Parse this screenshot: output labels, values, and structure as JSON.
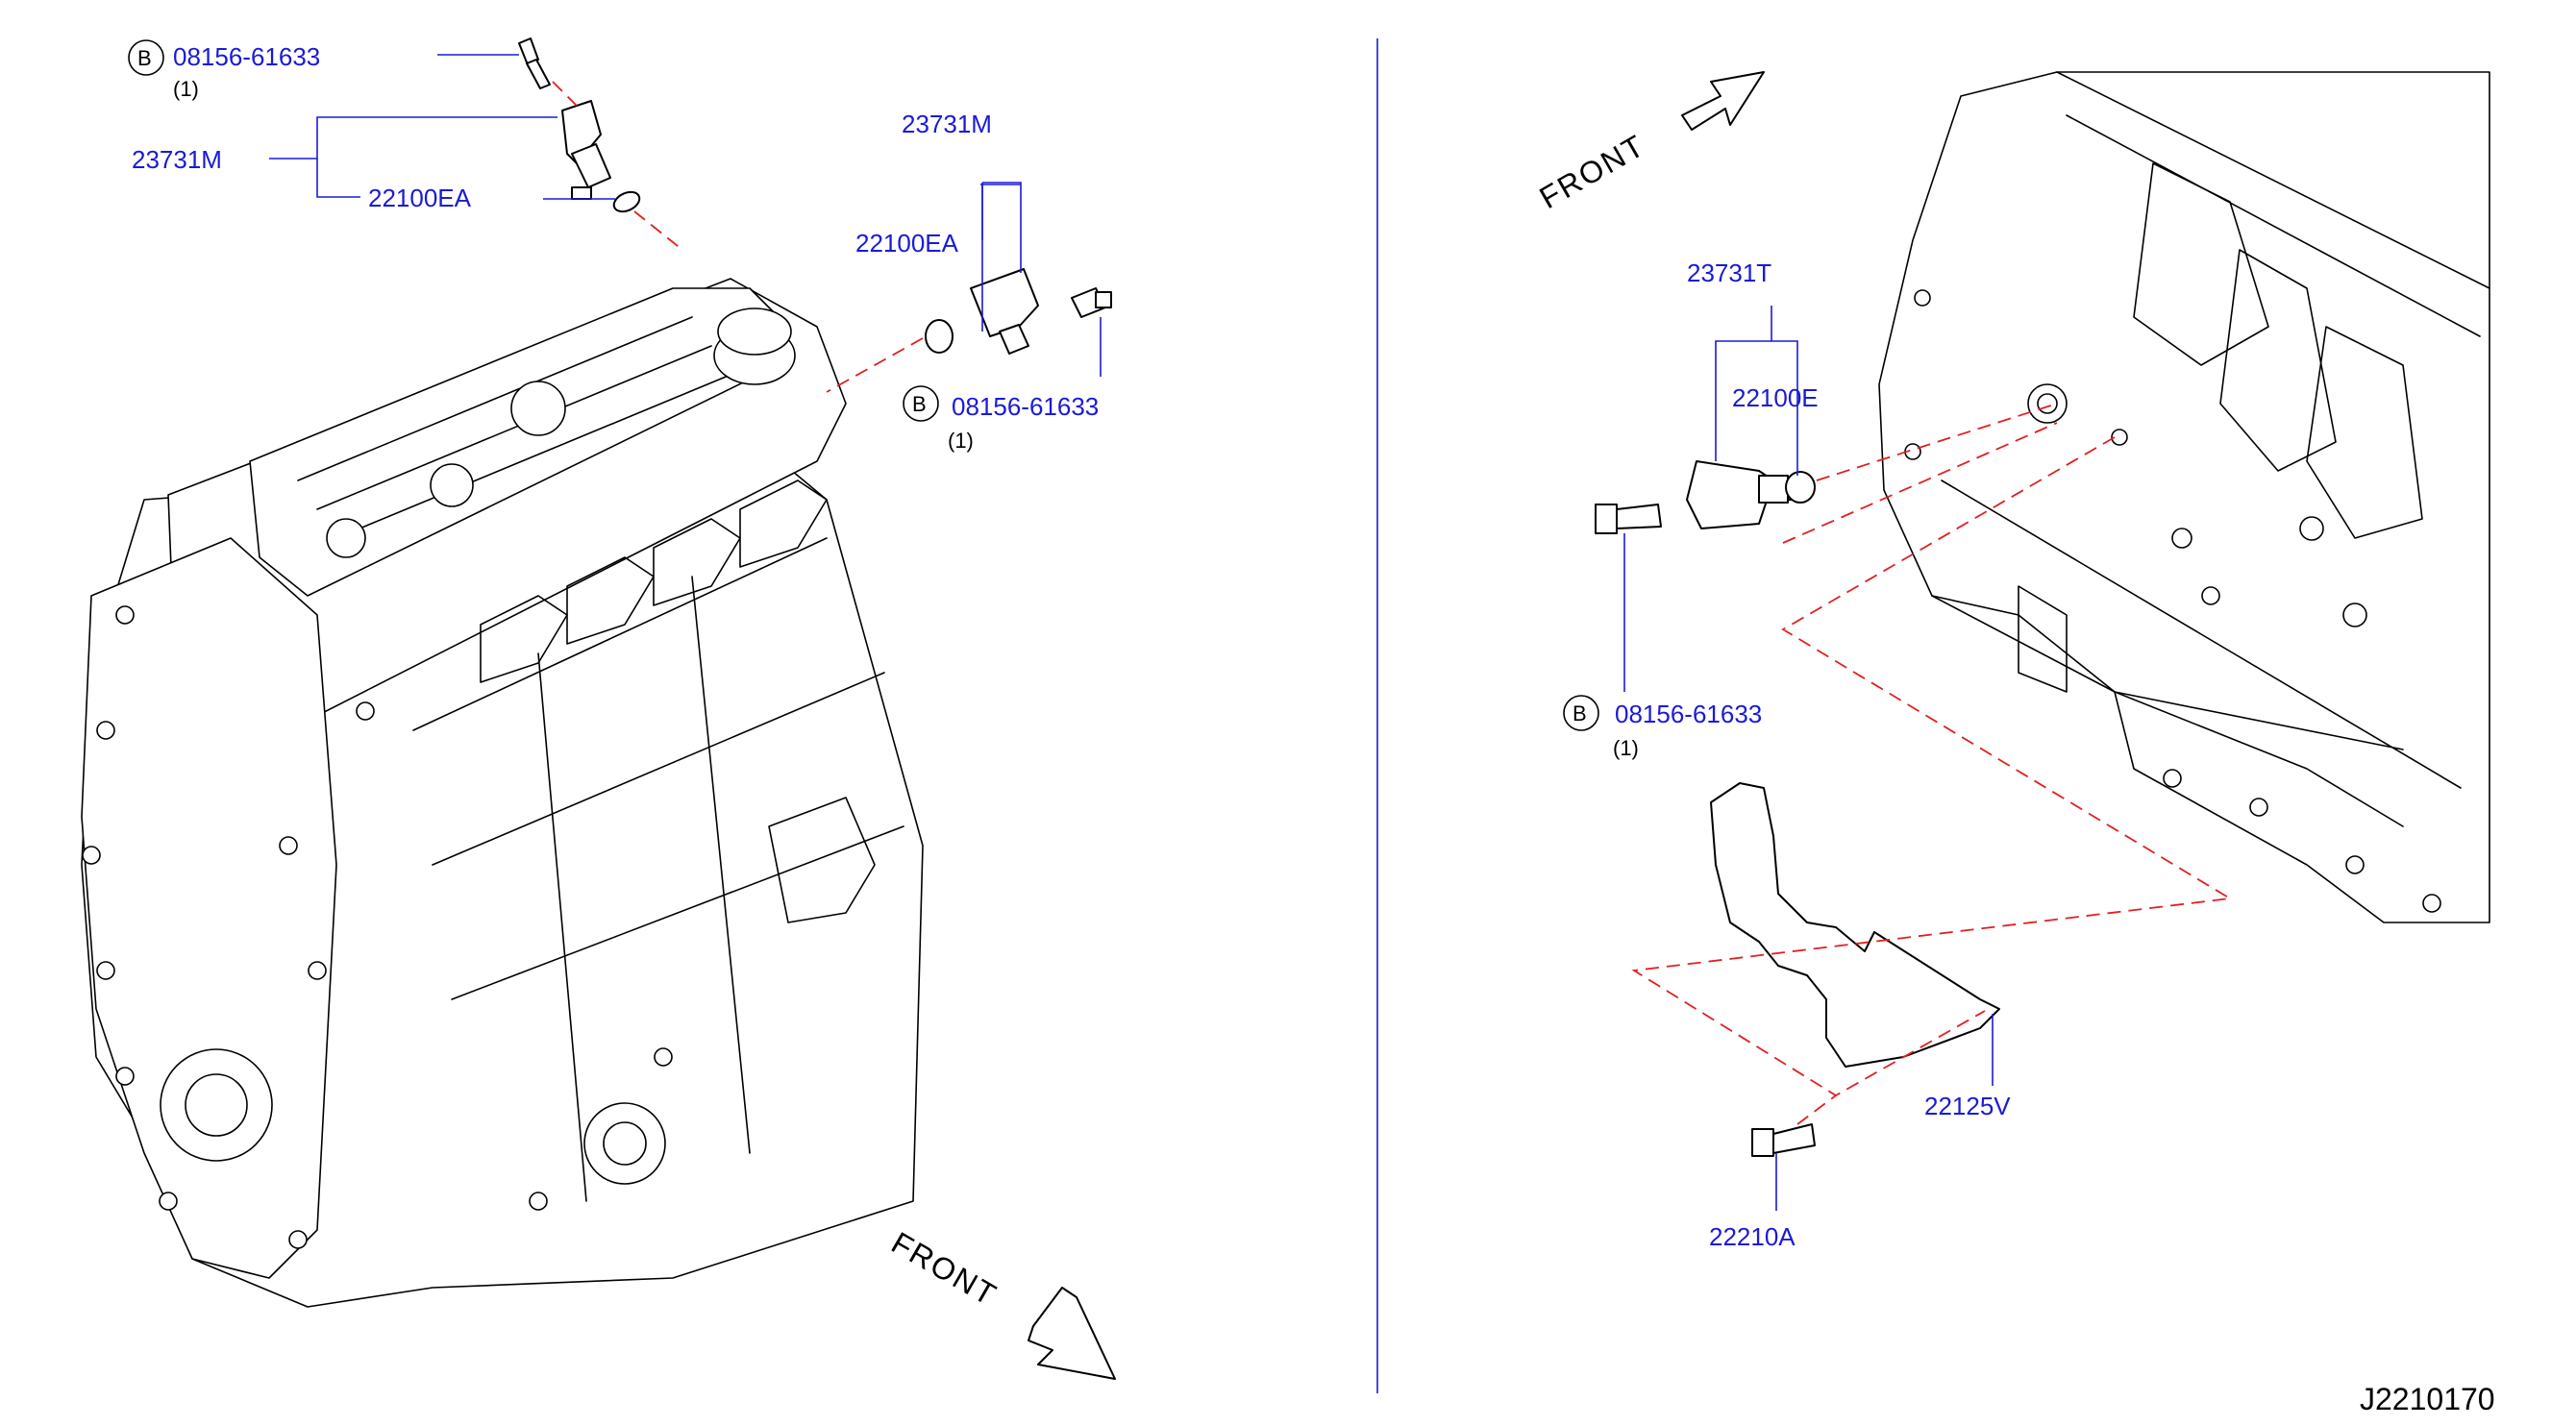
{
  "callouts": {
    "left_top_bolt": {
      "circle_letter": "B",
      "part_no": "08156-61633",
      "qty": "(1)"
    },
    "left_sensor": "23731M",
    "left_oring": "22100EA",
    "mid_sensor": "23731M",
    "mid_oring": "22100EA",
    "mid_bolt": {
      "circle_letter": "B",
      "part_no": "08156-61633",
      "qty": "(1)"
    },
    "right_sensor": "23731T",
    "right_oring": "22100E",
    "right_bolt": {
      "circle_letter": "B",
      "part_no": "08156-61633",
      "qty": "(1)"
    },
    "cover": "22125V",
    "cover_bolt": "22210A"
  },
  "direction": {
    "left_front": "FRONT",
    "right_front": "FRONT"
  },
  "figure_ref": "J2210170",
  "colors": {
    "callout_text": "#1a1ad8",
    "leader": "#1a1ad8",
    "mount_line": "#e02020"
  }
}
